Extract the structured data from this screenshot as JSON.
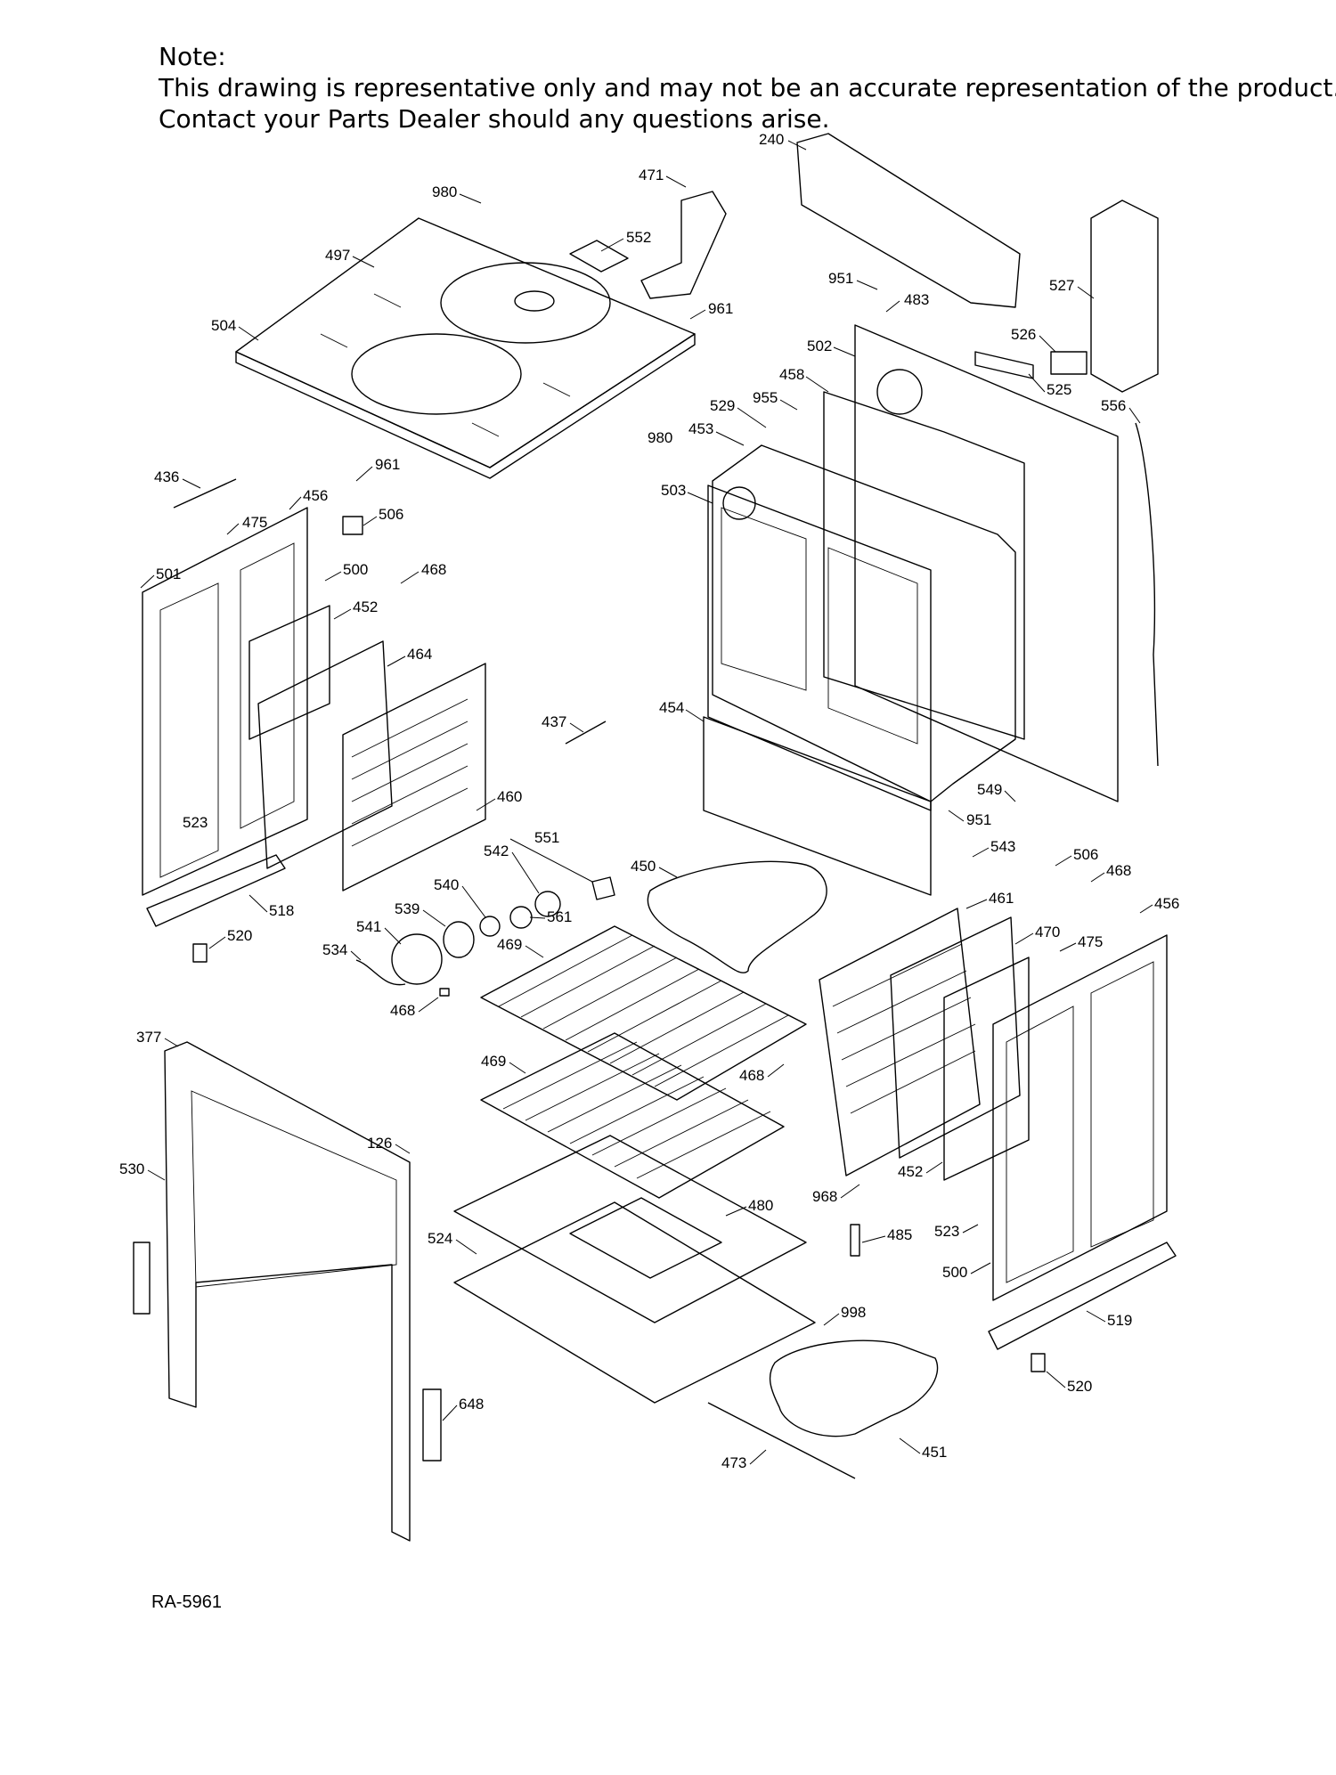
{
  "note": {
    "heading": "Note:",
    "line1": "This drawing is representative only and may not be an accurate representation of the product.",
    "line2": "Contact your Parts Dealer should any questions arise."
  },
  "drawing_id": "RA-5961",
  "callouts": [
    "240",
    "471",
    "980",
    "552",
    "497",
    "961",
    "504",
    "951",
    "483",
    "527",
    "526",
    "502",
    "525",
    "458",
    "955",
    "556",
    "529",
    "980",
    "453",
    "436",
    "961",
    "503",
    "456",
    "475",
    "506",
    "501",
    "500",
    "468",
    "452",
    "464",
    "437",
    "454",
    "460",
    "549",
    "951",
    "523",
    "551",
    "542",
    "450",
    "543",
    "506",
    "468",
    "540",
    "461",
    "456",
    "561",
    "518",
    "539",
    "470",
    "475",
    "520",
    "541",
    "469",
    "534",
    "468",
    "377",
    "469",
    "468",
    "126",
    "530",
    "968",
    "452",
    "480",
    "485",
    "523",
    "524",
    "500",
    "998",
    "519",
    "520",
    "648",
    "451",
    "473"
  ]
}
